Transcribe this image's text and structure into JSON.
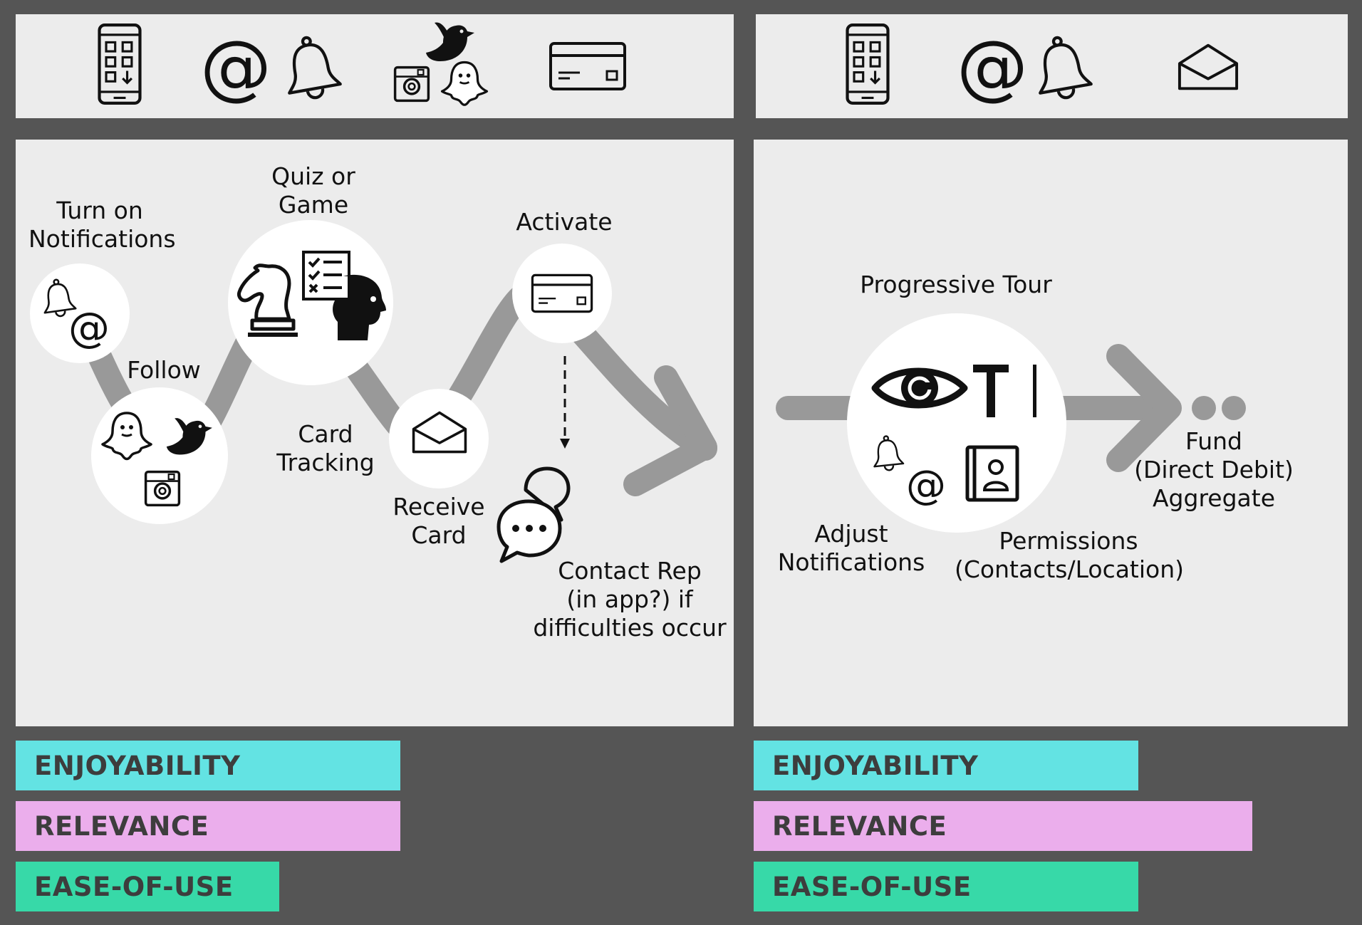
{
  "left": {
    "steps": {
      "turn_on_notifications": "Turn on\nNotifications",
      "follow": "Follow",
      "quiz_or_game": "Quiz or\nGame",
      "card_tracking": "Card\nTracking",
      "receive_card": "Receive\nCard",
      "activate": "Activate",
      "contact_rep": "Contact Rep\n(in app?) if\ndifficulties occur"
    },
    "metrics": [
      {
        "label": "ENJOYABILITY",
        "value": 0.54,
        "color": "#63e3e3"
      },
      {
        "label": "RELEVANCE",
        "value": 0.54,
        "color": "#ebaeec"
      },
      {
        "label": "EASE-OF-USE",
        "value": 0.37,
        "color": "#37d9a8"
      }
    ]
  },
  "right": {
    "steps": {
      "progressive_tour": "Progressive Tour",
      "adjust_notifications": "Adjust\nNotifications",
      "permissions": "Permissions\n(Contacts/Location)",
      "fund": "Fund\n(Direct Debit)\nAggregate"
    },
    "metrics": [
      {
        "label": "ENJOYABILITY",
        "value": 0.54,
        "color": "#63e3e3"
      },
      {
        "label": "RELEVANCE",
        "value": 0.7,
        "color": "#ebaeec"
      },
      {
        "label": "EASE-OF-USE",
        "value": 0.54,
        "color": "#37d9a8"
      }
    ]
  },
  "icons": {
    "left_header": [
      "app-download-icon",
      "at-sign-icon",
      "bell-icon",
      "social-media-icon",
      "credit-card-icon"
    ],
    "right_header": [
      "app-download-icon",
      "at-sign-icon",
      "bell-icon",
      "envelope-icon"
    ]
  }
}
